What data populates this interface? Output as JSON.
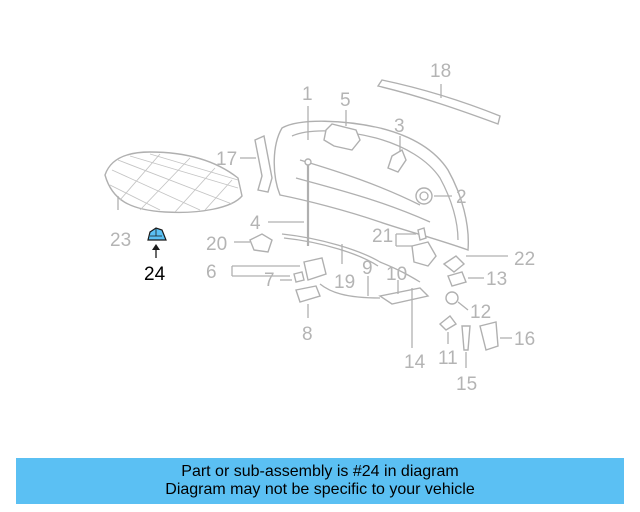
{
  "diagram": {
    "highlight_color": "#5bc0f3",
    "highlighted_part": "24",
    "callouts": [
      "1",
      "2",
      "3",
      "4",
      "5",
      "6",
      "7",
      "8",
      "9",
      "10",
      "11",
      "12",
      "13",
      "14",
      "15",
      "16",
      "17",
      "18",
      "19",
      "20",
      "21",
      "22",
      "23",
      "24"
    ]
  },
  "banner": {
    "line1": "Part or sub-assembly is #24 in diagram",
    "line2": "Diagram may not be specific to your vehicle",
    "background": "#5bc0f3"
  }
}
